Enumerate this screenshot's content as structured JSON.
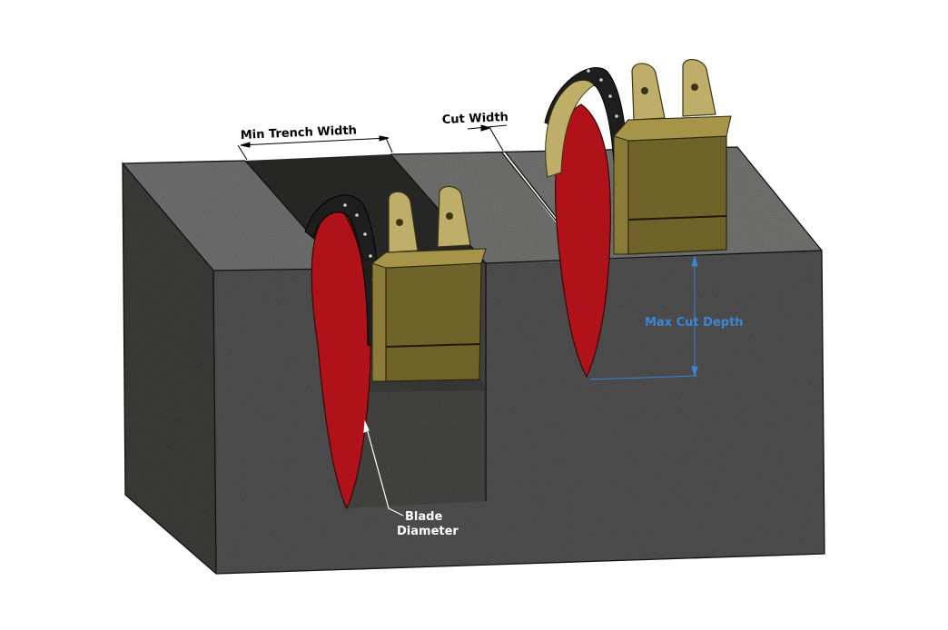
{
  "labels": {
    "min_trench_width": "Min Trench Width",
    "cut_width": "Cut Width",
    "max_cut_depth": "Max Cut Depth",
    "blade_diameter_line1": "Blade",
    "blade_diameter_line2": "Diameter"
  },
  "colors": {
    "concrete_face": "#4a4a48",
    "concrete_top": "#6e6e6a",
    "blade_red": "#b0121a",
    "guard_black": "#1e1e1e",
    "housing_olive": "#6e6328",
    "housing_tan": "#bfae6a",
    "dimension_blue": "#3a86d4",
    "annotation_black": "#000000"
  }
}
